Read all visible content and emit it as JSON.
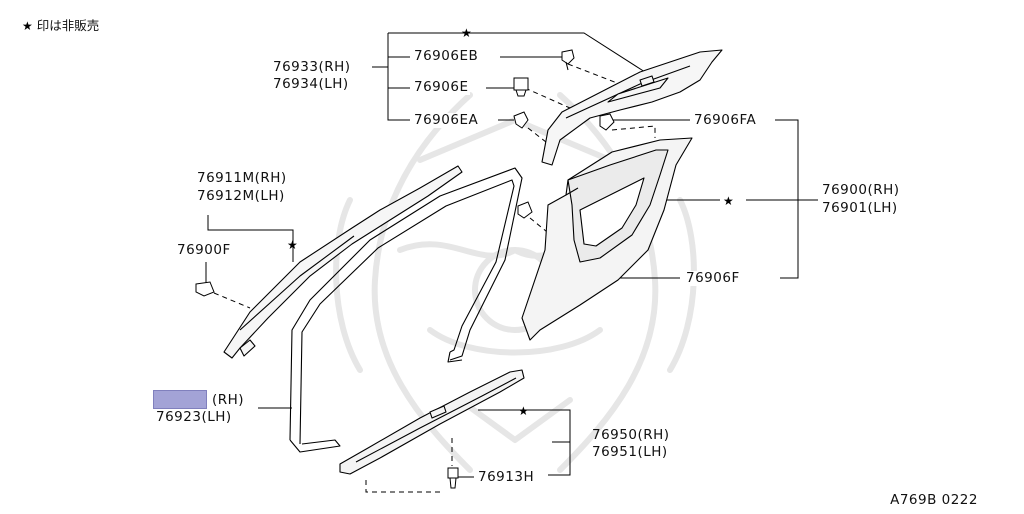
{
  "legend": {
    "symbol": "★",
    "text": "印は非販売"
  },
  "diagram_code": "A769B 0222",
  "parts": {
    "p76933": "76933(RH)",
    "p76934": "76934(LH)",
    "p76906EB": "76906EB",
    "p76906E": "76906E",
    "p76906EA": "76906EA",
    "p76906FA": "76906FA",
    "p76900": "76900(RH)",
    "p76901": "76901(LH)",
    "p76906F": "76906F",
    "p76911M": "76911M(RH)",
    "p76912M": "76912M(LH)",
    "p76900F": "76900F",
    "p769xx_rh": "(RH)",
    "p76923": "76923(LH)",
    "p76950": "76950(RH)",
    "p76951": "76951(LH)",
    "p76913H": "76913H"
  },
  "stars": [
    "★",
    "★",
    "★",
    "★",
    "★"
  ],
  "colors": {
    "highlight": "#a3a3d6",
    "line": "#000000",
    "watermark": "#e4e4e4"
  }
}
